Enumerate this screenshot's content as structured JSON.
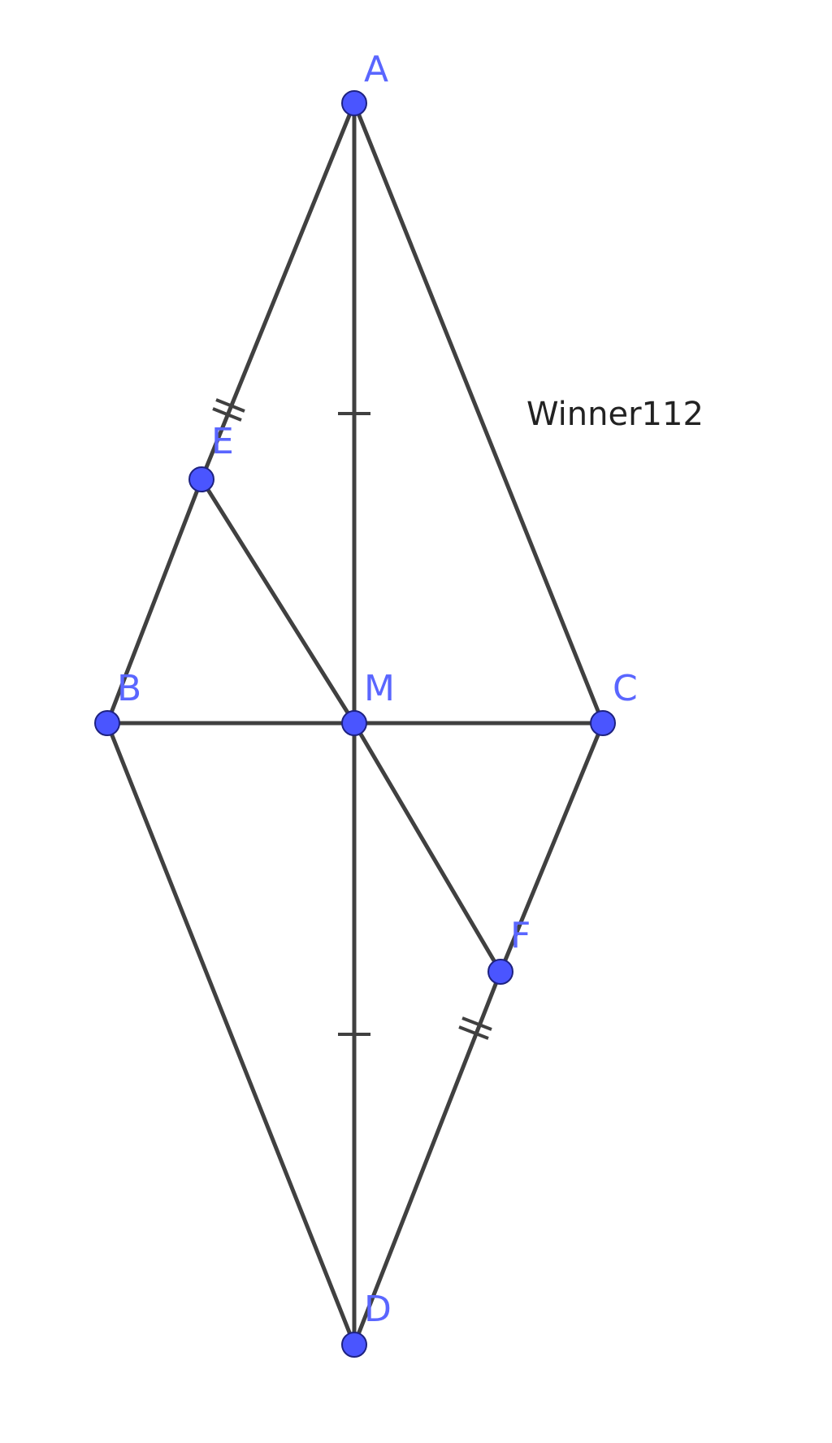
{
  "points": [
    {
      "id": "A",
      "label": "A"
    },
    {
      "id": "B",
      "label": "B"
    },
    {
      "id": "C",
      "label": "C"
    },
    {
      "id": "D",
      "label": "D"
    },
    {
      "id": "E",
      "label": "E"
    },
    {
      "id": "F",
      "label": "F"
    },
    {
      "id": "M",
      "label": "M"
    }
  ],
  "segments": [
    [
      "A",
      "E"
    ],
    [
      "E",
      "B"
    ],
    [
      "A",
      "C"
    ],
    [
      "A",
      "D"
    ],
    [
      "B",
      "C"
    ],
    [
      "E",
      "M"
    ],
    [
      "M",
      "F"
    ],
    [
      "C",
      "F"
    ],
    [
      "F",
      "D"
    ],
    [
      "B",
      "D"
    ]
  ],
  "watermark": "Winner112",
  "colors": {
    "point_fill": "#4a55ff",
    "label": "#5a66ff",
    "line": "#404040"
  }
}
